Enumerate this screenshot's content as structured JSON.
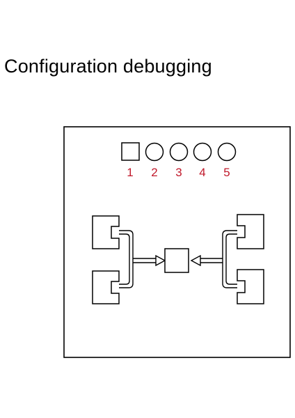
{
  "title": "Configuration debugging",
  "colors": {
    "stroke": "#000000",
    "label": "#c0182a",
    "background": "#ffffff"
  },
  "pins": [
    {
      "label": "1",
      "shape": "square"
    },
    {
      "label": "2",
      "shape": "circle"
    },
    {
      "label": "3",
      "shape": "circle"
    },
    {
      "label": "4",
      "shape": "circle"
    },
    {
      "label": "5",
      "shape": "circle"
    }
  ]
}
